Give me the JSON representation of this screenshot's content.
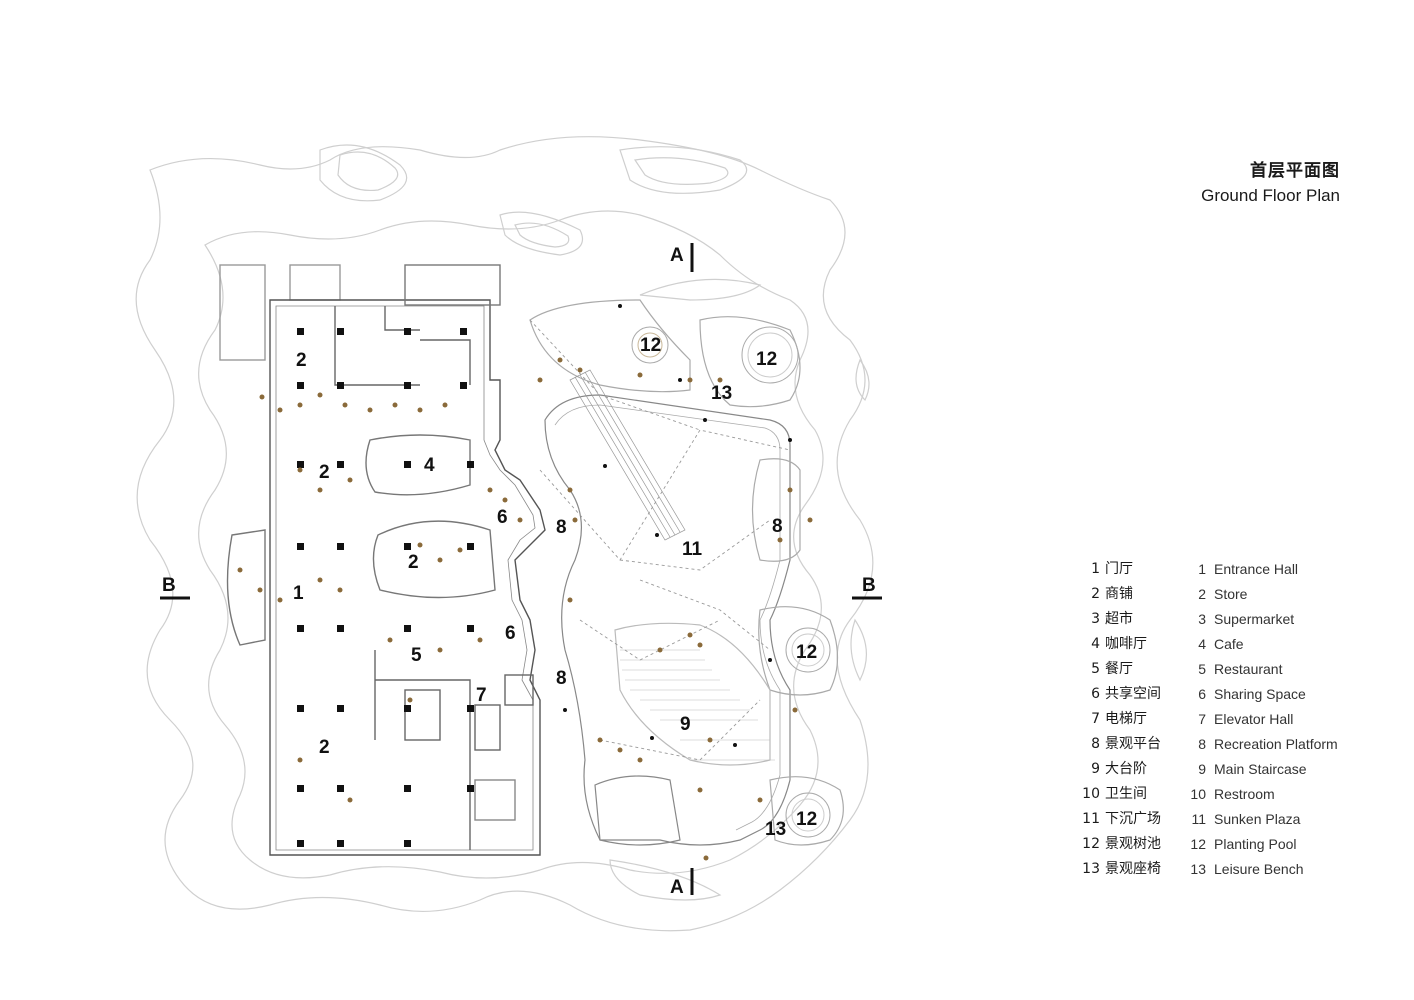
{
  "title": {
    "cn": "首层平面图",
    "en": "Ground Floor Plan"
  },
  "section_marks": {
    "a_top": "A",
    "a_bottom": "A",
    "b_left": "B",
    "b_right": "B"
  },
  "plan_labels": {
    "l1": "1",
    "l2a": "2",
    "l2b": "2",
    "l2c": "2",
    "l2d": "2",
    "l4": "4",
    "l5": "5",
    "l6a": "6",
    "l6b": "6",
    "l7": "7",
    "l8a": "8",
    "l8b": "8",
    "l8c": "8",
    "l9": "9",
    "l11": "11",
    "l12a": "12",
    "l12b": "12",
    "l12c": "12",
    "l12d": "12",
    "l13a": "13",
    "l13b": "13"
  },
  "legend": [
    {
      "num": "1",
      "cn": "门厅",
      "en": "Entrance Hall"
    },
    {
      "num": "2",
      "cn": "商铺",
      "en": "Store"
    },
    {
      "num": "3",
      "cn": "超市",
      "en": "Supermarket"
    },
    {
      "num": "4",
      "cn": "咖啡厅",
      "en": "Cafe"
    },
    {
      "num": "5",
      "cn": "餐厅",
      "en": "Restaurant"
    },
    {
      "num": "6",
      "cn": "共享空间",
      "en": "Sharing Space"
    },
    {
      "num": "7",
      "cn": "电梯厅",
      "en": "Elevator Hall"
    },
    {
      "num": "8",
      "cn": "景观平台",
      "en": "Recreation Platform"
    },
    {
      "num": "9",
      "cn": "大台阶",
      "en": "Main Staircase"
    },
    {
      "num": "10",
      "cn": "卫生间",
      "en": "Restroom"
    },
    {
      "num": "11",
      "cn": "下沉广场",
      "en": "Sunken Plaza"
    },
    {
      "num": "12",
      "cn": "景观树池",
      "en": "Planting Pool"
    },
    {
      "num": "13",
      "cn": "景观座椅",
      "en": "Leisure Bench"
    }
  ]
}
